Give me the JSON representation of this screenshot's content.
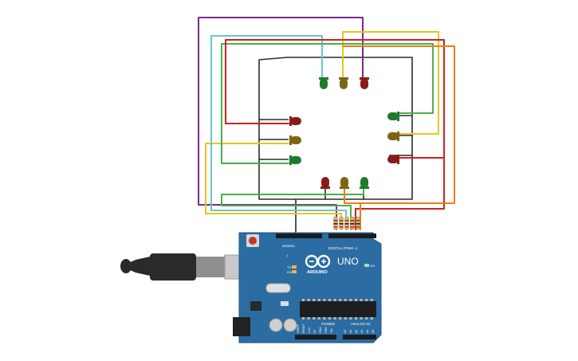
{
  "board": {
    "model_label": "UNO",
    "brand_label": "ARDUINO",
    "digital_header_label": "DIGITAL (PWM ~)",
    "analog_header_label": "ANALOG IN",
    "power_header_label": "POWER",
    "tx_label": "TX",
    "rx_label": "RX",
    "on_label": "ON",
    "l_label": "L",
    "aref_label": "AREF",
    "gnd_label": "GND",
    "power_pins": [
      "IOREF",
      "RESET",
      "3.3V",
      "5V",
      "GND",
      "GND",
      "VIN"
    ],
    "analog_pins": [
      "A0",
      "A1",
      "A2",
      "A3",
      "A4",
      "A5"
    ],
    "pcb_color": "#2b6ca3",
    "pcb_edge_color": "#1e5586"
  },
  "components": {
    "led_colors": {
      "red": "#8b1a1a",
      "yellow": "#7a6614",
      "green": "#1f7a2c"
    },
    "led_groups": {
      "top": [
        "green",
        "yellow",
        "red"
      ],
      "right": [
        "green",
        "yellow",
        "red"
      ],
      "left": [
        "red",
        "yellow",
        "green"
      ],
      "bottom": [
        "red",
        "yellow",
        "green"
      ]
    },
    "resistor_count": 5,
    "usb_cable_color": "#2a2a2a"
  },
  "wire_colors": {
    "purple": "#7a2a8c",
    "yellow": "#e6c619",
    "cyan": "#6cc6c6",
    "green": "#46b04a",
    "red": "#cc2222",
    "orange": "#ee7d11",
    "black": "#2b2b2b"
  }
}
